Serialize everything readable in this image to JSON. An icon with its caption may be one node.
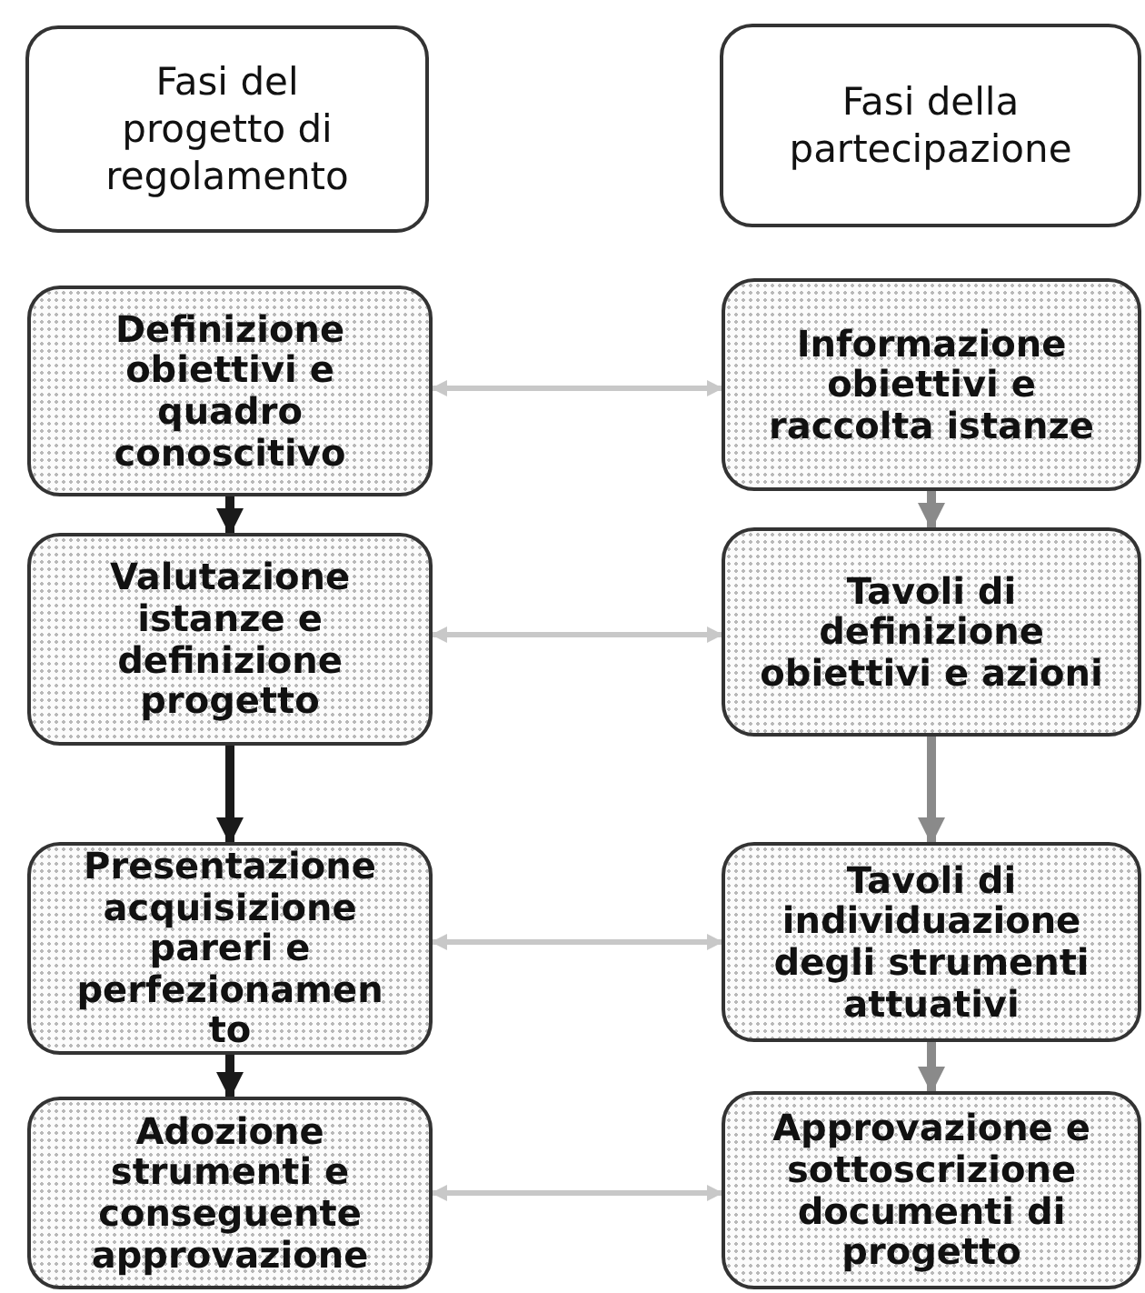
{
  "diagram": {
    "nodes": [
      {
        "text": [
          "Fasi del progetto di regolamento"
        ]
      },
      {
        "text": [
          "Fasi della partecipazione"
        ]
      },
      {
        "text": [
          "Definizione obiettivi e quadro conoscitivo"
        ]
      },
      {
        "text": [
          "Informazione obiettivi e raccolta istanze"
        ]
      },
      {
        "text": [
          "Valutazione istanze e definizione progetto"
        ]
      },
      {
        "text": [
          "Tavoli di definizione obiettivi e azioni"
        ]
      },
      {
        "text": [
          "Presentazione acquisizione pareri e perfezionamen to"
        ]
      },
      {
        "text": [
          "Tavoli di individuazione degli strumenti attuativi"
        ]
      },
      {
        "text": [
          "Adozione strumenti e conseguente approvazione"
        ]
      },
      {
        "text": [
          "Approvazione e sottoscrizione documenti di progetto"
        ]
      }
    ],
    "edges": [
      {
        "from": 2,
        "to": 4,
        "arrow": "to",
        "color": "#1a1a1a"
      },
      {
        "from": 4,
        "to": 6,
        "arrow": "to",
        "color": "#1a1a1a"
      },
      {
        "from": 6,
        "to": 8,
        "arrow": "to",
        "color": "#1a1a1a"
      },
      {
        "from": 3,
        "to": 5,
        "arrow": "to",
        "color": "#8a8a8a"
      },
      {
        "from": 5,
        "to": 7,
        "arrow": "to",
        "color": "#8a8a8a"
      },
      {
        "from": 7,
        "to": 9,
        "arrow": "to",
        "color": "#8a8a8a"
      },
      {
        "from": 2,
        "to": 3,
        "arrow": "both",
        "color": "#c8c8c8"
      },
      {
        "from": 4,
        "to": 5,
        "arrow": "both",
        "color": "#c8c8c8"
      },
      {
        "from": 6,
        "to": 7,
        "arrow": "both",
        "color": "#c8c8c8"
      },
      {
        "from": 8,
        "to": 9,
        "arrow": "both",
        "color": "#c8c8c8"
      }
    ]
  }
}
